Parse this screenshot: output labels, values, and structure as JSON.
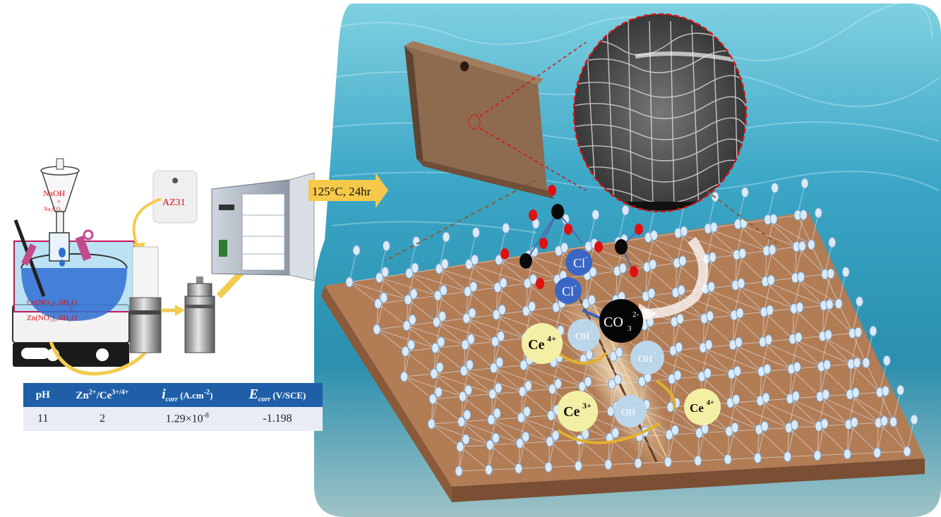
{
  "setup": {
    "funnel_label_top": "NaOH",
    "funnel_label_plus": "+",
    "funnel_label_bottom": "Na₂CO₃",
    "flask_label_top": "Ce(NO₃)₃.6H₂O",
    "flask_label_plus": "+",
    "flask_label_bottom": "Zn(NO₃)₂.6H₂O"
  },
  "sample_tag": "AZ31",
  "process_arrow": "125°C, 24hr",
  "ions": {
    "cl_1": "Cl",
    "cl_2": "Cl",
    "cl_sup": "-",
    "co3_base": "CO",
    "co3_sub": "3",
    "co3_sup": "2-",
    "oh": "OH",
    "oh_sup": "-",
    "ce4": "Ce",
    "ce4_sup": "4+",
    "ce3": "Ce",
    "ce3_sup": "3+"
  },
  "table": {
    "headers": {
      "ph": "pH",
      "ratio_base": "Zn",
      "ratio_sup1": "2+",
      "ratio_mid": "/Ce",
      "ratio_sup2": "3+/4+",
      "icorr_sym": "i",
      "icorr_sub": "corr",
      "icorr_unit_a": " (A.cm",
      "icorr_unit_sup": "-2",
      "icorr_unit_b": ")",
      "ecorr_sym": "E",
      "ecorr_sub": "corr",
      "ecorr_unit": " (V/SCE)"
    },
    "row": {
      "ph": "11",
      "ratio": "2",
      "icorr_base": "1.29×10",
      "icorr_exp": "-8",
      "ecorr": "-1.198"
    }
  },
  "colors": {
    "water_deep": "#2a8fb0",
    "water_light": "#8fd4e3",
    "plate": "#b27c55",
    "table_header": "#1f5fa8",
    "arrow_yellow": "#f6c94a",
    "cl_ion": "#3a66c4",
    "co3_ion": "#0a0a0a",
    "oh_ion": "#bcd6e9",
    "ce_ion": "#f3f0a6",
    "oxygen": "#e01010"
  }
}
